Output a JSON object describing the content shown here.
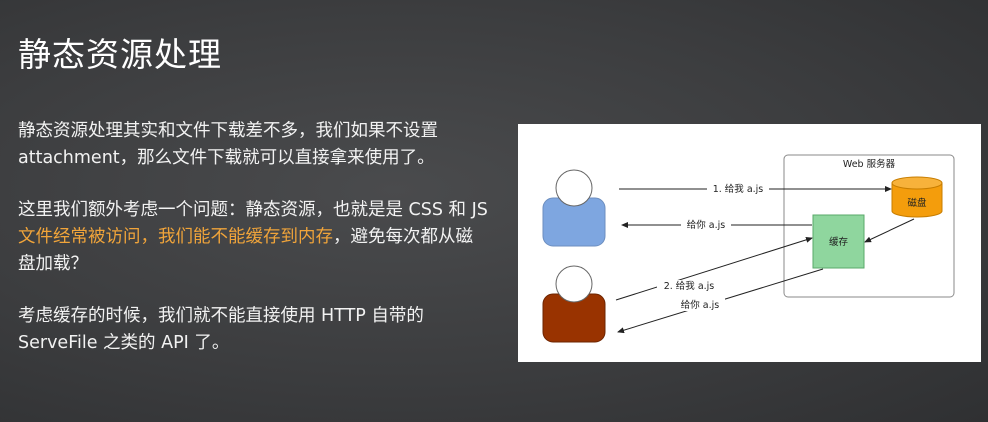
{
  "title": "静态资源处理",
  "paragraphs": {
    "p1": "静态资源处理其实和文件下载差不多，我们如果不设置 attachment，那么文件下载就可以直接拿来使用了。",
    "p2_before": "这里我们额外考虑一个问题：静态资源，也就是是 CSS 和 JS ",
    "p2_highlight": "文件经常被访问，我们能不能缓存到内存",
    "p2_after": "，避免每次都从磁盘加载？",
    "p3": "考虑缓存的时候，我们就不能直接使用 HTTP 自带的 ServeFile 之类的 API 了。"
  },
  "colors": {
    "highlight": "#f0a43a",
    "user1": "#7ea6e0",
    "user2": "#993300",
    "cache": "#8fd69e",
    "disk": "#f49d0c"
  },
  "diagram": {
    "server_label": "Web 服务器",
    "disk_label": "磁盘",
    "cache_label": "缓存",
    "arrow1": "1. 给我 a.js",
    "arrow1_back": "给你 a.js",
    "arrow2": "2. 给我 a.js",
    "arrow2_back": "给你 a.js"
  }
}
